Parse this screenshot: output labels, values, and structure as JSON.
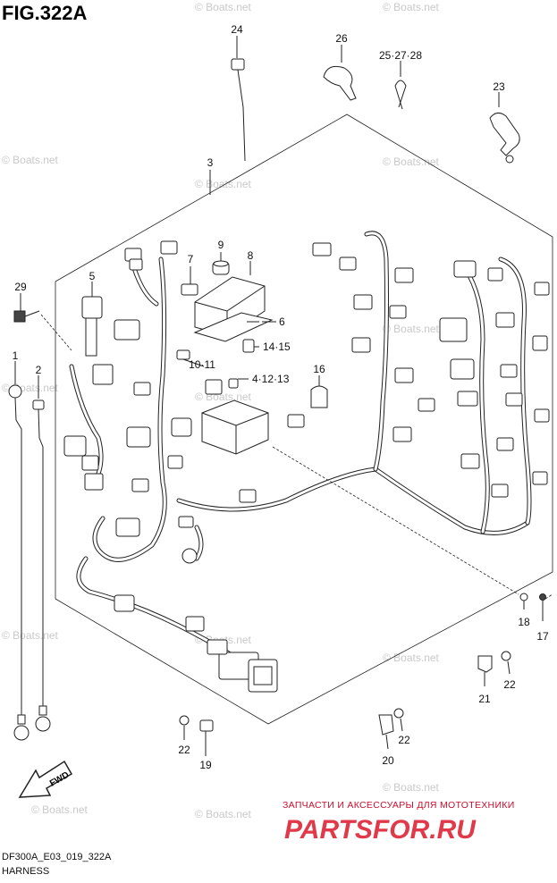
{
  "figure": {
    "title": "FIG.322A",
    "code": "DF300A_E03_019_322A",
    "name": "HARNESS"
  },
  "watermark": "© Boats.net",
  "callouts": {
    "c1": "1",
    "c2": "2",
    "c3": "3",
    "c4": "4·12·13",
    "c5": "5",
    "c6": "6",
    "c7": "7",
    "c8": "8",
    "c9": "9",
    "c10": "10·11",
    "c14": "14·15",
    "c16": "16",
    "c17": "17",
    "c18": "18",
    "c19": "19",
    "c20": "20",
    "c21": "21",
    "c22a": "22",
    "c22b": "22",
    "c22c": "22",
    "c23": "23",
    "c24": "24",
    "c25": "25·27·28",
    "c26": "26",
    "c29": "29"
  },
  "branding": {
    "promo": "ЗАПЧАСТИ И АКСЕССУАРЫ ДЛЯ МОТОТЕХНИКИ",
    "brand": "PARTSFOR.RU"
  },
  "fwd_label": "FWD",
  "icons": {
    "fwd": "fwd-arrow-icon"
  }
}
